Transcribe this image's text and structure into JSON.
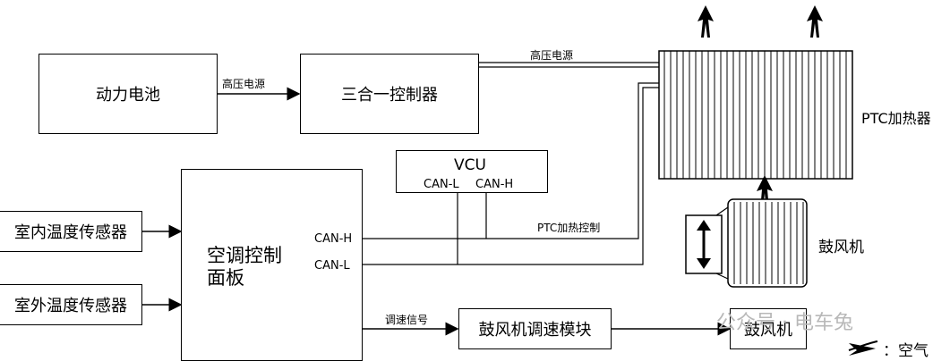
{
  "blocks": {
    "battery": "动力电池",
    "controller": "三合一控制器",
    "ptc": "PTC加热器",
    "vcu": "VCU",
    "panel": "空调控制面板",
    "indoor_sensor": "室内温度传感器",
    "outdoor_sensor": "室外温度传感器",
    "blower": "鼓风机",
    "blower_module": "鼓风机调速模块",
    "blower_bottom": "鼓风机"
  },
  "signals": {
    "hv1": "高压电源",
    "hv2": "高压电源",
    "can_l_vcu": "CAN-L",
    "can_h_vcu": "CAN-H",
    "can_h_panel": "CAN-H",
    "can_l_panel": "CAN-L",
    "ptc_ctrl": "PTC加热控制",
    "speed_signal": "调速信号"
  },
  "legend": {
    "air_label": "：空气"
  },
  "watermark": "公众号 · 电车兔"
}
